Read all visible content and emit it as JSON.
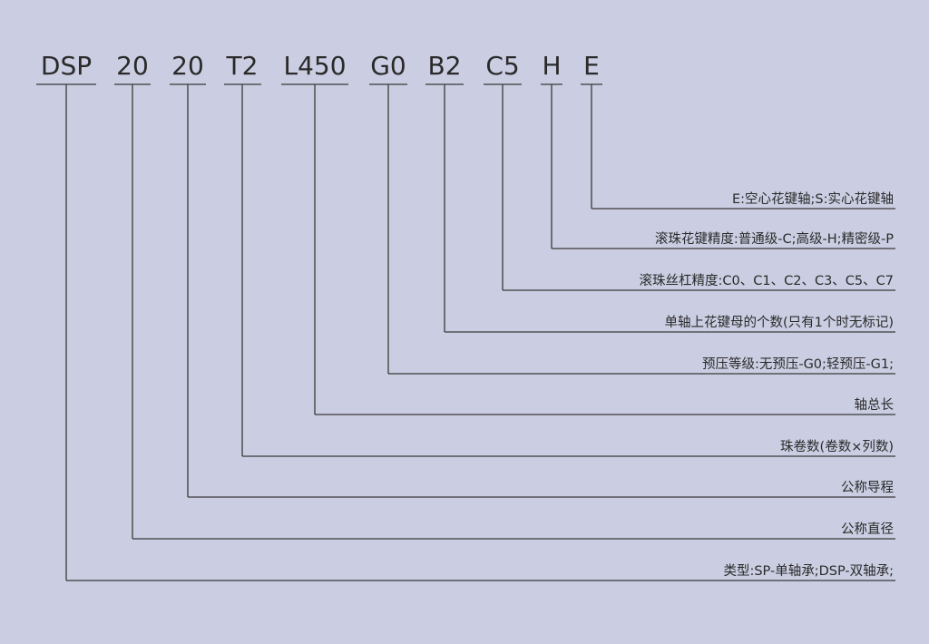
{
  "diagram": {
    "codes": [
      {
        "key": "type",
        "text": "DSP"
      },
      {
        "key": "diameter",
        "text": "20"
      },
      {
        "key": "lead",
        "text": "20"
      },
      {
        "key": "circuits",
        "text": "T2"
      },
      {
        "key": "length",
        "text": "L450"
      },
      {
        "key": "preload",
        "text": "G0"
      },
      {
        "key": "nut-count",
        "text": "B2"
      },
      {
        "key": "screw-accuracy",
        "text": "C5"
      },
      {
        "key": "spline-accuracy",
        "text": "H"
      },
      {
        "key": "shaft",
        "text": "E"
      }
    ],
    "descriptions": [
      {
        "key": "shaft",
        "text": "E:空心花键轴;S:实心花键轴"
      },
      {
        "key": "spline-accuracy",
        "text": "滚珠花键精度:普通级-C;高级-H;精密级-P"
      },
      {
        "key": "screw-accuracy",
        "text": "滚珠丝杠精度:C0、C1、C2、C3、C5、C7"
      },
      {
        "key": "nut-count",
        "text": "单轴上花键母的个数(只有1个时无标记)"
      },
      {
        "key": "preload",
        "text": "预压等级:无预压-G0;轻预压-G1;"
      },
      {
        "key": "length",
        "text": "轴总长"
      },
      {
        "key": "circuits",
        "text": "珠卷数(卷数×列数)"
      },
      {
        "key": "lead",
        "text": "公称导程"
      },
      {
        "key": "diameter",
        "text": "公称直径"
      },
      {
        "key": "type",
        "text": "类型:SP-单轴承;DSP-双轴承;"
      }
    ]
  }
}
